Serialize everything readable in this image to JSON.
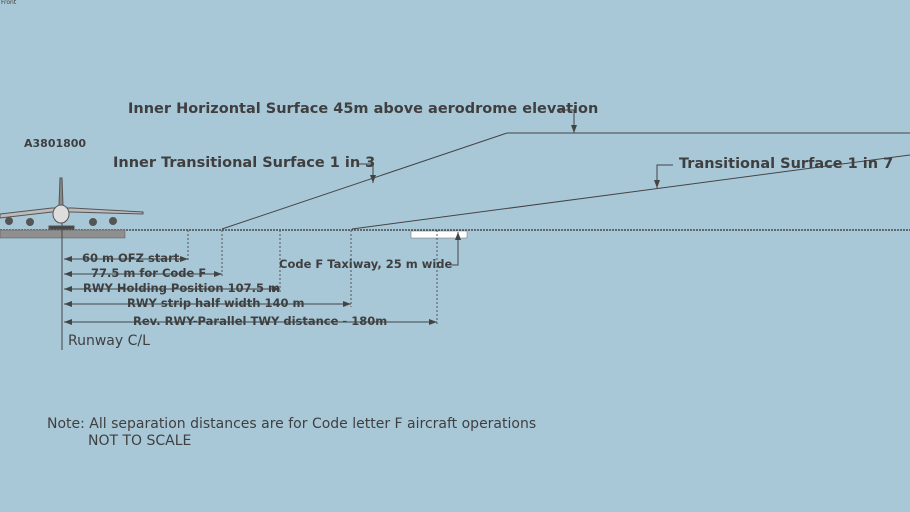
{
  "view_label": "Front",
  "aircraft_label": "A3801800",
  "surfaces": {
    "inner_horizontal": "Inner Horizontal Surface 45m above aerodrome elevation",
    "inner_transitional": "Inner Transitional Surface 1 in 3",
    "transitional": "Transitional Surface 1 in 7"
  },
  "centerline_label": "Runway C/L",
  "taxiway_label": "Code F Taxiway, 25 m wide",
  "dimensions": [
    "60 m OFZ start",
    "77.5 m for Code F",
    "RWY Holding Position 107.5 m",
    "RWY strip half width 140 m",
    "Rev. RWY-Parallel TWY distance - 180m"
  ],
  "note": {
    "line1": "Note: All separation distances are for Code letter F aircraft operations",
    "line2": "NOT TO SCALE"
  },
  "colors": {
    "background": "#a8c8d8",
    "ink": "#3f3f3f",
    "runway": "#8f8f8f",
    "taxiway": "#ffffff"
  }
}
